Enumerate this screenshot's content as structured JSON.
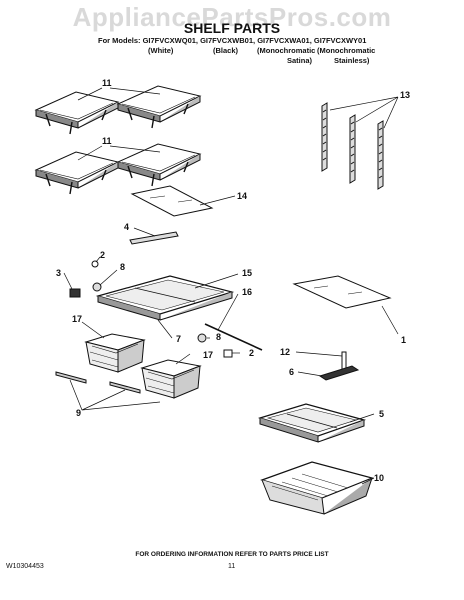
{
  "watermark": "AppliancePartsPros.com",
  "header": {
    "title": "SHELF PARTS",
    "models_line": "For Models: GI7FVCXWQ01, GI7FVCXWB01, GI7FVCXWA01, GI7FVCXWY01",
    "variants": [
      "(White)",
      "(Black)",
      "(Monochromatic",
      "(Monochromatic",
      "Satina)",
      "Stainless)"
    ]
  },
  "callouts": [
    "11",
    "11",
    "13",
    "14",
    "4",
    "2",
    "8",
    "3",
    "15",
    "16",
    "17",
    "7",
    "8",
    "17",
    "2",
    "12",
    "1",
    "6",
    "9",
    "5",
    "10"
  ],
  "footer": {
    "ordering_note": "FOR ORDERING INFORMATION REFER TO PARTS PRICE LIST",
    "doc_number": "W10304453",
    "page_number": "11"
  }
}
